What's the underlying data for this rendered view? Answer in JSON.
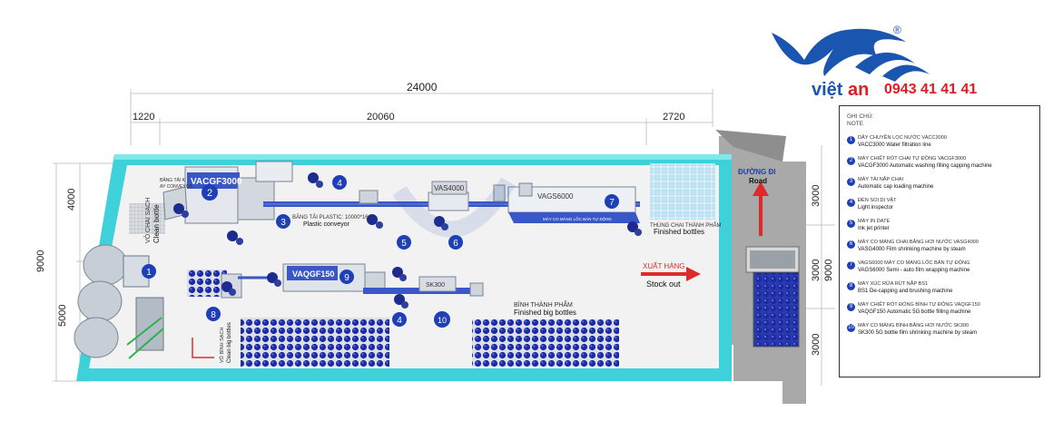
{
  "dimensions": {
    "total": "24000",
    "left": "1220",
    "middle": "20060",
    "right": "2720",
    "height_total": "9000",
    "height_top": "4000",
    "height_bottom": "5000",
    "road_top": "3000",
    "road_mid_a": "3000",
    "road_mid_b": "9000",
    "road_bottom": "3000"
  },
  "logo": {
    "brand_viet": "việt",
    "brand_an": "an",
    "phone": "0943 41 41 41",
    "registered": "®"
  },
  "machines": {
    "vacgf3000": "VACGF3000",
    "vas4000": "VAS4000",
    "vags6000": "VAGS6000",
    "vaqgf150": "VAQGF150",
    "sk300": "SK300"
  },
  "labels": {
    "clean_bottle_vi": "VỎ CHAI SẠCH",
    "clean_bottle_en": "Clean bottle",
    "conveyor_small_vi": "BĂNG TẢI K",
    "conveyor_small_en": "AY CONVEYOR",
    "conveyor_vi": "BĂNG TẢI PLASTIC: 10000*160",
    "conveyor_en": "Plastic conveyor",
    "shrink_tunnel": "MÁY CO MÀNG LỐC BÁN TỰ ĐỘNG",
    "carton_vi": "THÙNG CHAI THÀNH PHẨM",
    "carton_en": "Finished bottles",
    "stock_out_vi": "XUẤT HÀNG",
    "stock_out_en": "Stock out",
    "big_bottles_vi": "BÌNH THÀNH PHẨM",
    "big_bottles_en": "Finished big bottles",
    "clean_big_vi": "VỎ BÌNH SẠCH",
    "clean_big_en": "Clean big bottles",
    "road_vi": "ĐƯỜNG ĐI",
    "road_en": "Road"
  },
  "markers": [
    "1",
    "2",
    "3",
    "4",
    "5",
    "6",
    "7",
    "8",
    "9",
    "4",
    "10"
  ],
  "legend": {
    "title_vi": "GHI CHÚ:",
    "title_en": "NOTE",
    "items": [
      {
        "num": "1",
        "vi": "DÂY CHUYỀN LỌC NƯỚC VACC3000",
        "en": "VACC3000 Water filtration line"
      },
      {
        "num": "2",
        "vi": "MÁY CHIẾT RÓT CHAI TỰ ĐỘNG VACGF3000",
        "en": "VACGF3000 Automatic washing filling capping machine"
      },
      {
        "num": "3",
        "vi": "MÁY TẢI NẮP CHAI",
        "en": "Automatic cap loading machine"
      },
      {
        "num": "4",
        "vi": "ĐÈN SOI DỊ VẬT",
        "en": "Light inspector"
      },
      {
        "num": "5",
        "vi": "MÁY IN DATE",
        "en": "Ink jet printer"
      },
      {
        "num": "6",
        "vi": "MÁY CO MÀNG CHAI BẰNG HƠI NƯỚC VASG4000",
        "en": "VASG4000 Film shrinking machine by steam"
      },
      {
        "num": "7",
        "vi": "VAGS6000 MÁY CO MÀNG LỐC BÁN TỰ ĐỘNG",
        "en": "VAGS6000 Semi - auto film wrapping machine"
      },
      {
        "num": "8",
        "vi": "MÁY XÚC RỬA RÚT NẮP BS1",
        "en": "BS1 De-capping and brushing machine"
      },
      {
        "num": "9",
        "vi": "MÁY CHIẾT RÓT ĐÓNG BÌNH TỰ ĐỘNG VAQGF150",
        "en": "VAQGF150 Automatic 5G bottle filling machine"
      },
      {
        "num": "10",
        "vi": "MÁY CO MÀNG BÌNH BẰNG HƠI NƯỚC SK300",
        "en": "SK300 5G bottle film shrinking machine by steam"
      }
    ]
  },
  "colors": {
    "wall": "#3fd1d9",
    "floor": "#f2f2f2",
    "road": "#a9a9a9",
    "marker": "#1f3fb7",
    "machine_blue": "#3a57c8",
    "bottle": "#1b2aa6",
    "arrow": "#e02a2a",
    "brand_blue": "#1a55b0",
    "brand_red": "#e21c23"
  }
}
